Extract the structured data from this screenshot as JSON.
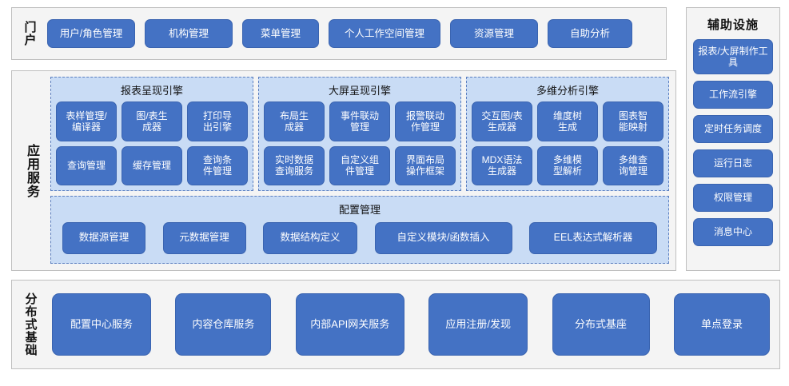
{
  "portal": {
    "label": "门户",
    "items": [
      "用户/角色管理",
      "机构管理",
      "菜单管理",
      "个人工作空间管理",
      "资源管理",
      "自助分析"
    ]
  },
  "aux": {
    "title": "辅助设施",
    "items": [
      "报表/大屏制作工具",
      "工作流引擎",
      "定时任务调度",
      "运行日志",
      "权限管理",
      "消息中心"
    ]
  },
  "app": {
    "label": "应用服务",
    "groups": [
      {
        "title": "报表呈现引擎",
        "items": [
          "表样管理/\n编译器",
          "图/表生\n成器",
          "打印导\n出引擎",
          "查询管理",
          "缓存管理",
          "查询条\n件管理"
        ]
      },
      {
        "title": "大屏呈现引擎",
        "items": [
          "布局生\n成器",
          "事件联动\n管理",
          "报警联动\n作管理",
          "实时数据\n查询服务",
          "自定义组\n件管理",
          "界面布局\n操作框架"
        ]
      },
      {
        "title": "多维分析引擎",
        "items": [
          "交互图/表\n生成器",
          "维度树\n生成",
          "图表智\n能映射",
          "MDX语法\n生成器",
          "多维模\n型解析",
          "多维查\n询管理"
        ]
      }
    ],
    "config": {
      "title": "配置管理",
      "items": [
        "数据源管理",
        "元数据管理",
        "数据结构定义",
        "自定义模块/函数插入",
        "EEL表达式解析器"
      ]
    }
  },
  "base": {
    "label": "分布式基础",
    "items": [
      "配置中心服务",
      "内容仓库服务",
      "内部API网关服务",
      "应用注册/发现",
      "分布式基座",
      "单点登录"
    ]
  },
  "colors": {
    "chip": "#4472C4",
    "panel_bg": "#F4F4F4",
    "panel_border": "#BFBFBF",
    "group_bg": "#C9DCF5",
    "group_border": "#5B7FC0"
  }
}
